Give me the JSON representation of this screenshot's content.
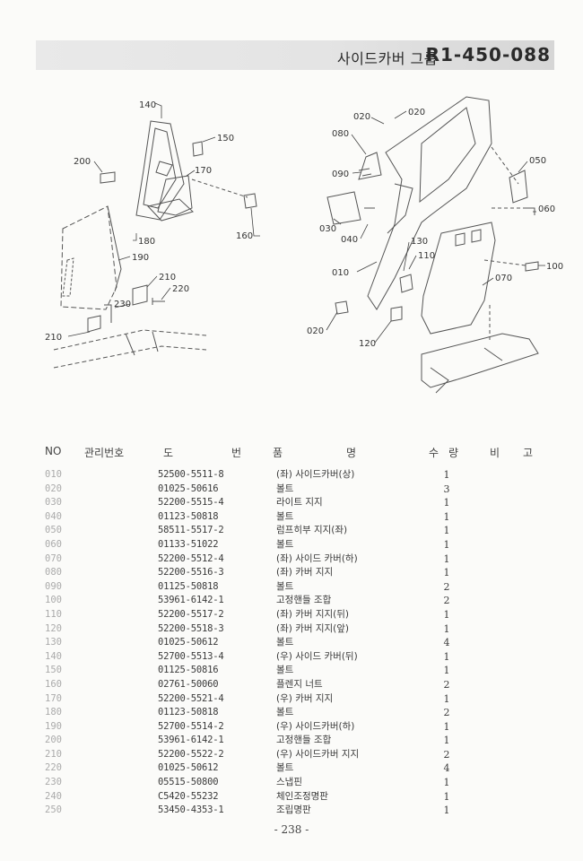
{
  "header": {
    "title": "사이드카버 그룹",
    "code": "R1-450-088"
  },
  "columns": {
    "no": "NO",
    "mgmt": "관리번호",
    "d": "도",
    "b": "번",
    "p": "품",
    "m": "명",
    "qty1": "수",
    "qty2": "량",
    "note1": "비",
    "note2": "고"
  },
  "callouts": {
    "c140": "140",
    "c150": "150",
    "c170": "170",
    "c200": "200",
    "c180": "180",
    "c160": "160",
    "c190": "190",
    "c210a": "210",
    "c220": "220",
    "c230": "230",
    "c210b": "210",
    "c020a": "020",
    "c020b": "020",
    "c080": "080",
    "c090": "090",
    "c050": "050",
    "c060": "060",
    "c030": "030",
    "c040": "040",
    "c130": "130",
    "c110": "110",
    "c100": "100",
    "c010": "010",
    "c070": "070",
    "c020c": "020",
    "c120": "120"
  },
  "parts": [
    {
      "no": "010",
      "part": "52500-5511-8",
      "name": "(좌) 사이드카버(상)",
      "qty": "1"
    },
    {
      "no": "020",
      "part": "01025-50616",
      "name": "볼트",
      "qty": "3"
    },
    {
      "no": "030",
      "part": "52200-5515-4",
      "name": "라이트 지지",
      "qty": "1"
    },
    {
      "no": "040",
      "part": "01123-50818",
      "name": "볼트",
      "qty": "1"
    },
    {
      "no": "050",
      "part": "58511-5517-2",
      "name": "럼프히부 지지(좌)",
      "qty": "1"
    },
    {
      "no": "060",
      "part": "01133-51022",
      "name": "볼트",
      "qty": "1"
    },
    {
      "no": "070",
      "part": "52200-5512-4",
      "name": "(좌) 사이드 카버(하)",
      "qty": "1"
    },
    {
      "no": "080",
      "part": "52200-5516-3",
      "name": "(좌) 카버 지지",
      "qty": "1"
    },
    {
      "no": "090",
      "part": "01125-50818",
      "name": "볼트",
      "qty": "2"
    },
    {
      "no": "100",
      "part": "53961-6142-1",
      "name": "고정핸들 조합",
      "qty": "2"
    },
    {
      "no": "110",
      "part": "52200-5517-2",
      "name": "(좌) 카버 지지(뒤)",
      "qty": "1"
    },
    {
      "no": "120",
      "part": "52200-5518-3",
      "name": "(좌) 카버 지지(앞)",
      "qty": "1"
    },
    {
      "no": "130",
      "part": "01025-50612",
      "name": "볼트",
      "qty": "4"
    },
    {
      "no": "140",
      "part": "52700-5513-4",
      "name": "(우) 사이드 카버(뒤)",
      "qty": "1"
    },
    {
      "no": "150",
      "part": "01125-50816",
      "name": "볼트",
      "qty": "1"
    },
    {
      "no": "160",
      "part": "02761-50060",
      "name": "플렌지 너트",
      "qty": "2"
    },
    {
      "no": "170",
      "part": "52200-5521-4",
      "name": "(우) 카버 지지",
      "qty": "1"
    },
    {
      "no": "180",
      "part": "01123-50818",
      "name": "볼트",
      "qty": "2"
    },
    {
      "no": "190",
      "part": "52700-5514-2",
      "name": "(우) 사이드카버(하)",
      "qty": "1"
    },
    {
      "no": "200",
      "part": "53961-6142-1",
      "name": "고정핸들 조합",
      "qty": "1"
    },
    {
      "no": "210",
      "part": "52200-5522-2",
      "name": "(우) 사이드카버 지지",
      "qty": "2"
    },
    {
      "no": "220",
      "part": "01025-50612",
      "name": "볼트",
      "qty": "4"
    },
    {
      "no": "230",
      "part": "05515-50800",
      "name": "스냅핀",
      "qty": "1"
    },
    {
      "no": "240",
      "part": "C5420-55232",
      "name": "체인조정명판",
      "qty": "1"
    },
    {
      "no": "250",
      "part": "53450-4353-1",
      "name": "조립명판",
      "qty": "1"
    }
  ],
  "page": "- 238 -"
}
